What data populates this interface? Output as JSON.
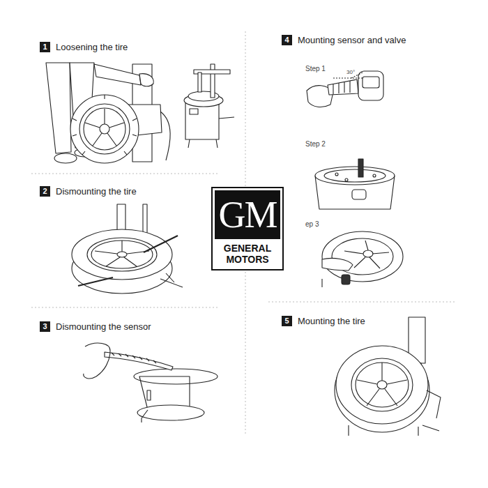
{
  "diagram": {
    "nodes": [
      {
        "text": [
          "1",
          "Loosening the tire"
        ]
      },
      {
        "text": [
          "4",
          "Mounting sensor and valve"
        ]
      },
      {
        "text": [
          "2",
          "Dismounting the tire"
        ]
      },
      {
        "text": [
          "GM",
          "GENERAL MOTORS"
        ]
      },
      {
        "text": [
          "3",
          "Dismounting the sensor"
        ]
      },
      {
        "text": [
          "5",
          "Mounting the tire"
        ]
      }
    ],
    "edges": [],
    "labels": [
      "Step 1",
      "30°",
      "Step 2",
      "ep 3"
    ]
  }
}
